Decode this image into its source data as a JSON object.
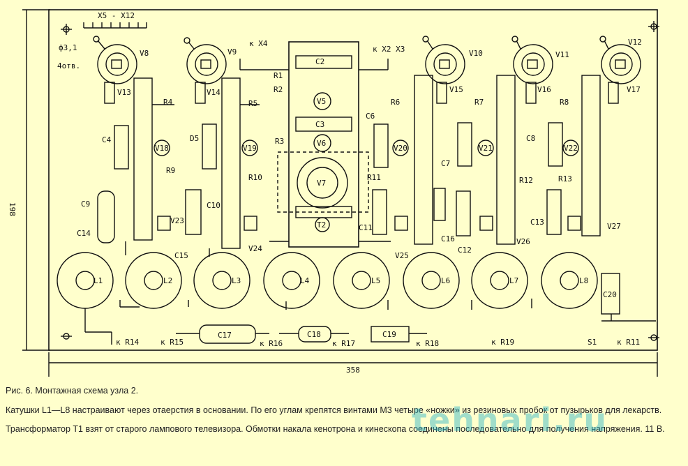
{
  "labels": {
    "header_bus": "X5 - X12",
    "phi": "ф3,1",
    "holes": "4отв.",
    "to_x4": "к X4",
    "to_x2x3": "к X2  X3",
    "dim_height": "198",
    "dim_width": "358",
    "v8": "V8",
    "v9": "V9",
    "v10": "V10",
    "v11": "V11",
    "v12": "V12",
    "v13": "V13",
    "v14": "V14",
    "v15": "V15",
    "v16": "V16",
    "v17": "V17",
    "v18": "V18",
    "v19": "V19",
    "v20": "V20",
    "v21": "V21",
    "v22": "V22",
    "v23": "V23",
    "v24": "V24",
    "v25": "V25",
    "v26": "V26",
    "v27": "V27",
    "v5": "V5",
    "v6": "V6",
    "v7": "V7",
    "r1": "R1",
    "r2": "R2",
    "r3": "R3",
    "r4": "R4",
    "r5": "R5",
    "r6": "R6",
    "r7": "R7",
    "r8": "R8",
    "r9": "R9",
    "r10": "R10",
    "r11": "R11",
    "r12": "R12",
    "r13": "R13",
    "c2": "C2",
    "c3": "C3",
    "c4": "C4",
    "c6": "C6",
    "c7": "C7",
    "c8": "C8",
    "c9": "C9",
    "c10": "C10",
    "c11": "C11",
    "c12": "C12",
    "c13": "C13",
    "c14": "C14",
    "c15": "C15",
    "c16": "C16",
    "c17": "C17",
    "c18": "C18",
    "c19": "C19",
    "c20": "C20",
    "d5": "D5",
    "t2": "T2",
    "l1": "L1",
    "l2": "L2",
    "l3": "L3",
    "l4": "L4",
    "l5": "L5",
    "l6": "L6",
    "l7": "L7",
    "l8": "L8",
    "kr14": "к R14",
    "kr15": "к R15",
    "kr16": "к R16",
    "kr17": "к R17",
    "kr18": "к R18",
    "kr19": "к R19",
    "s1": "S1",
    "kr11": "к R11"
  },
  "caption": {
    "title": "Рис. 6. Монтажная схема узла 2.",
    "para1": "Катушки L1—L8 настраивают через отаерстия в основании. По его углам крепятся винтами М3 четыре «ножки» из резиновых пробок от пузырьков для лекарств.",
    "para2": "Трансформатор Т1 взят от старого лампового телевизора. Обмотки накала кенотрона и кинескопа соединены последовательно для получения напряжения. 11 В."
  },
  "watermark": "tehnari.ru",
  "colors": {
    "background": "#ffffcc",
    "ink": "#111111",
    "watermark": "#2fb6c6"
  }
}
